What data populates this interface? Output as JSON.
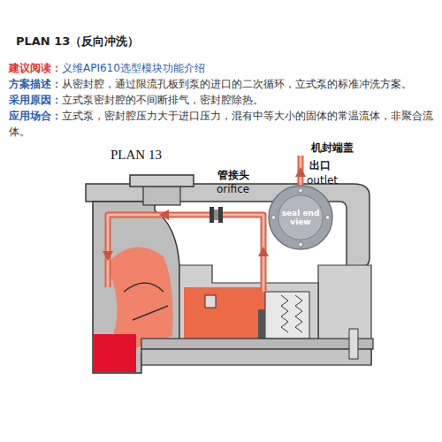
{
  "diagram": {
    "title": "PLAN 13（反向冲洗）",
    "nodes": [
      {
        "text": [
          "seal end view"
        ]
      }
    ],
    "labels": [
      "建议阅读：",
      "义维API610选型模块功能介绍",
      "方案描述：",
      "从密封腔，通过限流孔板到泵的进口的二次循环，立式泵的标准冲洗方案。",
      "采用原因：",
      "立式泵密封腔的不间断排气，密封腔除热。",
      "应用场合：",
      "立式泵，密封腔压力大于进口压力，混有中等大小的固体的常温流体，非聚合流体。",
      "PLAN 13",
      "管接头",
      "orifice",
      "机封端盖",
      "出口",
      "outlet"
    ]
  }
}
